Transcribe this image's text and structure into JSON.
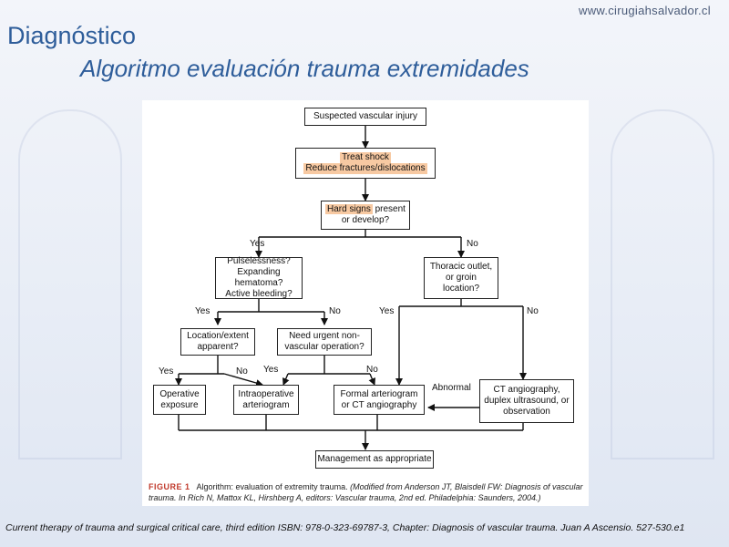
{
  "header": {
    "site": "www.cirugiahsalvador.cl",
    "title": "Diagnóstico",
    "subtitle": "Algoritmo evaluación trauma extremidades"
  },
  "flowchart": {
    "suspected": "Suspected vascular injury",
    "treat_line1": "Treat shock",
    "treat_line2": "Reduce fractures/dislocations",
    "hard_hl": "Hard signs",
    "hard_rest": " present",
    "hard_line2": "or develop?",
    "yes": "Yes",
    "no": "No",
    "pulse_line1": "Pulselessness?",
    "pulse_line2": "Expanding hematoma?",
    "pulse_line3": "Active bleeding?",
    "thoracic_line1": "Thoracic outlet,",
    "thoracic_line2": "or groin",
    "thoracic_line3": "location?",
    "loc_line1": "Location/extent",
    "loc_line2": "apparent?",
    "urgent_line1": "Need urgent non-",
    "urgent_line2": "vascular operation?",
    "operative_line1": "Operative",
    "operative_line2": "exposure",
    "intraop_line1": "Intraoperative",
    "intraop_line2": "arteriogram",
    "formal_line1": "Formal arteriogram",
    "formal_line2": "or CT angiography",
    "abnormal": "Abnormal",
    "ct_line1": "CT angiography,",
    "ct_line2": "duplex ultrasound, or",
    "ct_line3": "observation",
    "management": "Management as appropriate"
  },
  "caption": {
    "label": "FIGURE 1",
    "text": "Algorithm: evaluation of extremity trauma.",
    "source": "(Modified from Anderson JT, Blaisdell FW: Diagnosis of vascular trauma. In Rich N, Mattox KL, Hirshberg A, editors: Vascular trauma, 2nd ed. Philadelphia: Saunders, 2004.)"
  },
  "citation": "Current therapy of trauma and surgical critical care, third edition ISBN: 978-0-323-69787-3, Chapter: Diagnosis of vascular trauma. Juan A Ascensio. 527-530.e1",
  "colors": {
    "title": "#2e5d9a",
    "highlight": "#f7c9a2",
    "figure_label": "#c0392b"
  }
}
